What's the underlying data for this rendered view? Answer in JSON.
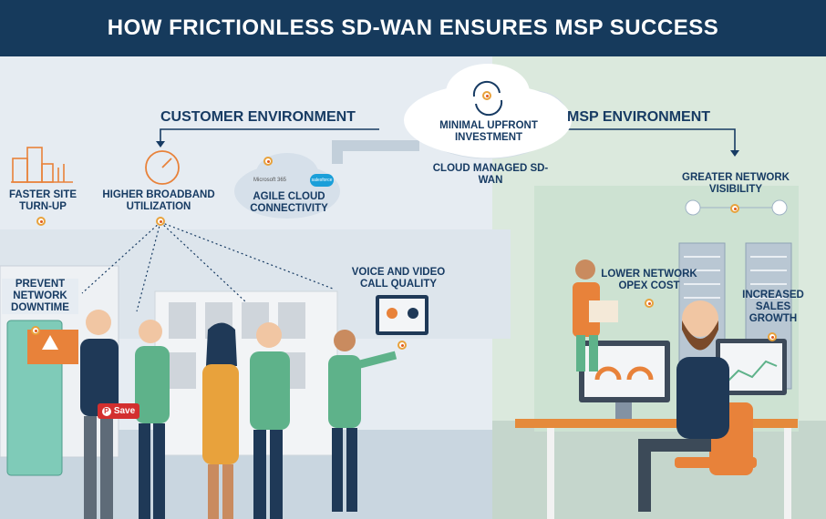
{
  "title": "HOW FRICTIONLESS SD-WAN ENSURES MSP SUCCESS",
  "environments": {
    "customer": "CUSTOMER ENVIRONMENT",
    "msp": "MSP ENVIRONMENT"
  },
  "labels": {
    "faster_site_turnup": "FASTER SITE TURN-UP",
    "higher_broadband": "HIGHER BROADBAND UTILIZATION",
    "agile_cloud": "AGILE CLOUD CONNECTIVITY",
    "minimal_upfront": "MINIMAL UPFRONT INVESTMENT",
    "cloud_managed": "CLOUD MANAGED SD-WAN",
    "greater_visibility": "GREATER NETWORK VISIBILITY",
    "prevent_downtime": "PREVENT NETWORK DOWNTIME",
    "voice_video": "VOICE AND VIDEO CALL QUALITY",
    "lower_opex": "LOWER NETWORK OPEX COST",
    "increased_sales": "INCREASED SALES GROWTH"
  },
  "logos": {
    "microsoft": "Microsoft 365",
    "salesforce": "salesforce"
  },
  "save_button": {
    "label": "Save",
    "icon": "pinterest-icon"
  },
  "colors": {
    "header_bg": "#163a5c",
    "label_text": "#173b63",
    "accent_orange": "#e8a23c",
    "shirt_green": "#5eb28a",
    "save_red": "#d32f2f"
  }
}
